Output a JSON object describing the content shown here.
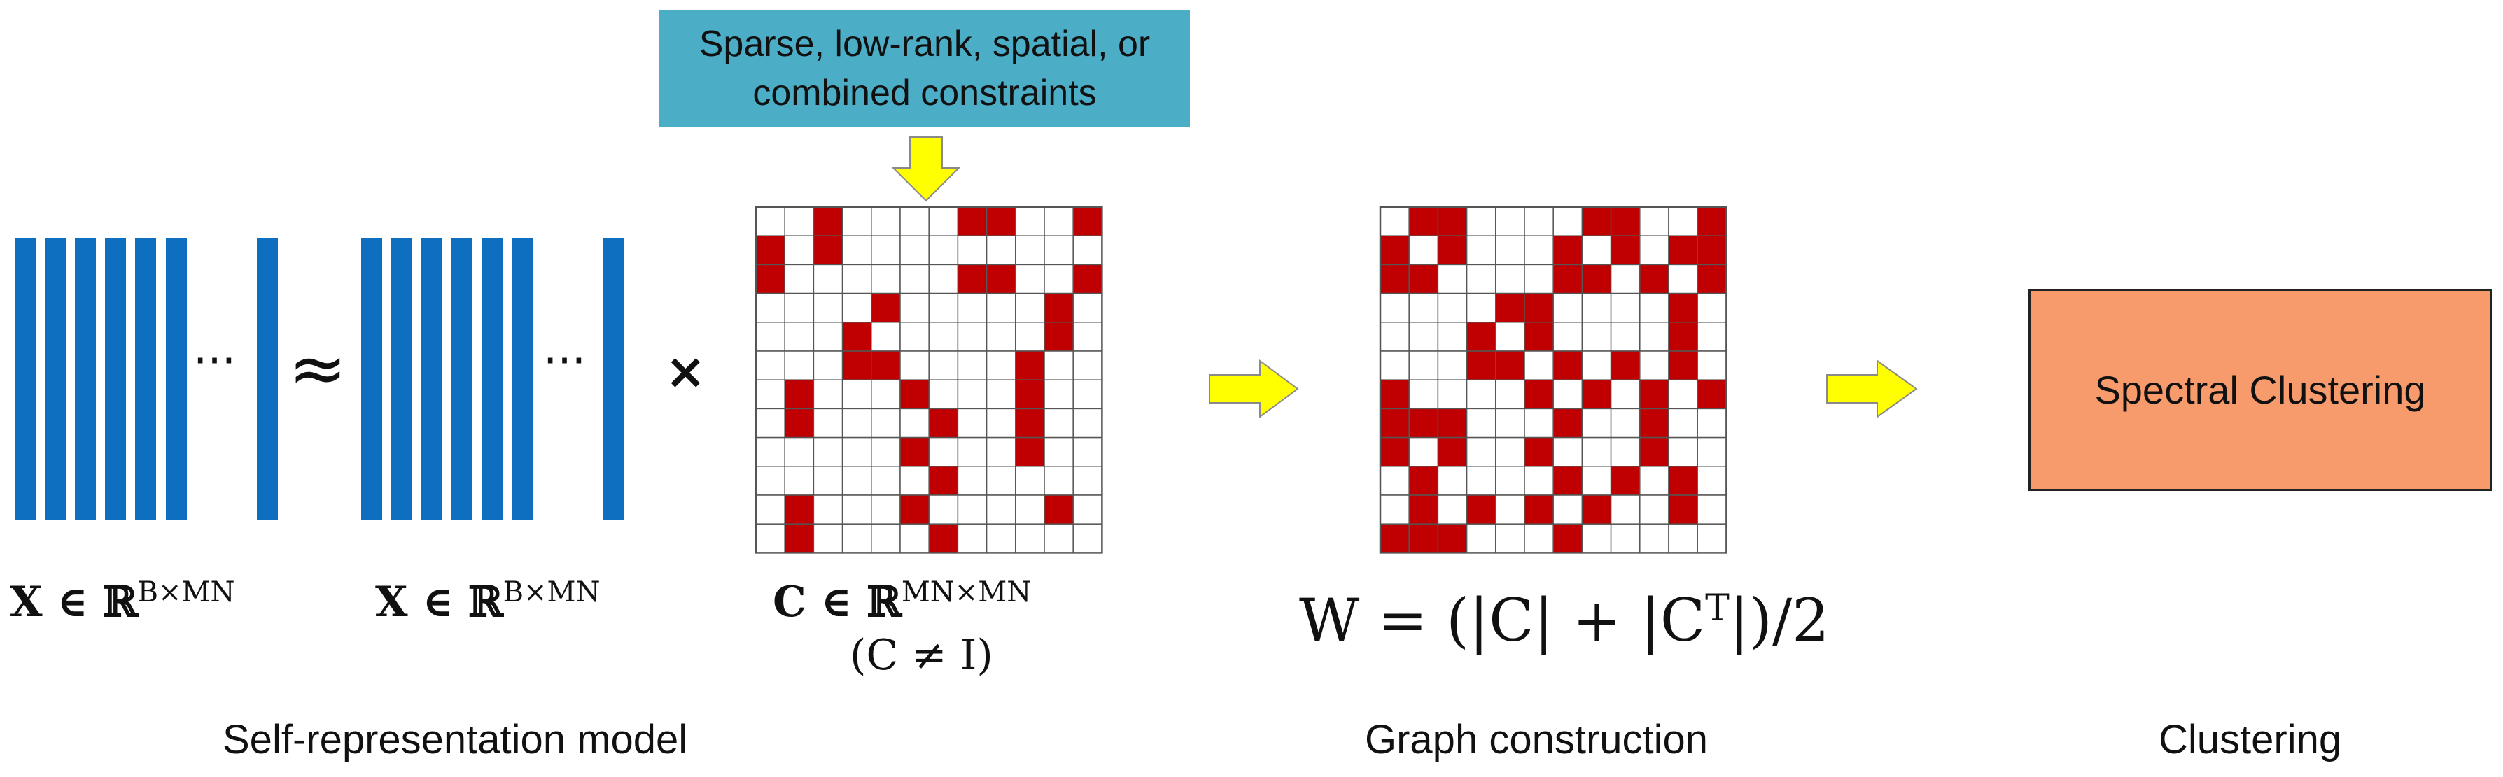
{
  "constraints_box": {
    "line1": "Sparse, low-rank, spatial, or",
    "line2": "combined constraints"
  },
  "operators": {
    "ellipsis": "···",
    "approx": "≈",
    "times": "×"
  },
  "math_labels": {
    "x_label_left": "X ∈ ℝ",
    "x_label_left_sup": "B×MN",
    "x_label_right": "X ∈ ℝ",
    "x_label_right_sup": "B×MN",
    "c_label": "C ∈ ℝ",
    "c_label_sup": "MN×MN",
    "c_condition": "(C ≠ I)",
    "w_formula_a": "W = (|C| + |C",
    "w_formula_sup": "T",
    "w_formula_b": "|)/2"
  },
  "spectral_box": {
    "label": "Spectral Clustering"
  },
  "captions": {
    "self_representation": "Self-representation model",
    "graph_construction": "Graph construction",
    "clustering": "Clustering"
  },
  "colors": {
    "column_blue": "#0e6fc1",
    "cell_red": "#c00000",
    "arrow_yellow": "#ffff00",
    "constraints_teal": "#4badc6",
    "spectral_orange": "#f79b6c"
  },
  "matrix_c": {
    "size": 12,
    "filled": [
      [
        0,
        2
      ],
      [
        0,
        7
      ],
      [
        0,
        8
      ],
      [
        0,
        11
      ],
      [
        1,
        0
      ],
      [
        1,
        2
      ],
      [
        2,
        0
      ],
      [
        2,
        7
      ],
      [
        2,
        8
      ],
      [
        2,
        11
      ],
      [
        3,
        4
      ],
      [
        3,
        10
      ],
      [
        4,
        3
      ],
      [
        4,
        10
      ],
      [
        5,
        3
      ],
      [
        5,
        4
      ],
      [
        5,
        9
      ],
      [
        6,
        1
      ],
      [
        6,
        5
      ],
      [
        6,
        9
      ],
      [
        7,
        1
      ],
      [
        7,
        6
      ],
      [
        7,
        9
      ],
      [
        8,
        5
      ],
      [
        8,
        9
      ],
      [
        9,
        6
      ],
      [
        10,
        1
      ],
      [
        10,
        5
      ],
      [
        10,
        10
      ],
      [
        11,
        1
      ],
      [
        11,
        6
      ]
    ]
  },
  "matrix_w": {
    "size": 12,
    "filled": [
      [
        0,
        1
      ],
      [
        0,
        2
      ],
      [
        0,
        7
      ],
      [
        0,
        8
      ],
      [
        0,
        11
      ],
      [
        1,
        0
      ],
      [
        1,
        2
      ],
      [
        1,
        6
      ],
      [
        1,
        8
      ],
      [
        1,
        10
      ],
      [
        1,
        11
      ],
      [
        2,
        0
      ],
      [
        2,
        1
      ],
      [
        2,
        6
      ],
      [
        2,
        7
      ],
      [
        2,
        9
      ],
      [
        2,
        11
      ],
      [
        3,
        4
      ],
      [
        3,
        5
      ],
      [
        3,
        10
      ],
      [
        4,
        3
      ],
      [
        4,
        5
      ],
      [
        4,
        10
      ],
      [
        5,
        3
      ],
      [
        5,
        4
      ],
      [
        5,
        6
      ],
      [
        5,
        8
      ],
      [
        5,
        10
      ],
      [
        6,
        0
      ],
      [
        6,
        5
      ],
      [
        6,
        7
      ],
      [
        6,
        9
      ],
      [
        6,
        11
      ],
      [
        7,
        0
      ],
      [
        7,
        1
      ],
      [
        7,
        2
      ],
      [
        7,
        6
      ],
      [
        7,
        9
      ],
      [
        8,
        0
      ],
      [
        8,
        2
      ],
      [
        8,
        5
      ],
      [
        8,
        9
      ],
      [
        9,
        1
      ],
      [
        9,
        6
      ],
      [
        9,
        8
      ],
      [
        9,
        10
      ],
      [
        10,
        1
      ],
      [
        10,
        3
      ],
      [
        10,
        5
      ],
      [
        10,
        7
      ],
      [
        10,
        10
      ],
      [
        11,
        0
      ],
      [
        11,
        1
      ],
      [
        11,
        2
      ],
      [
        11,
        6
      ]
    ]
  }
}
